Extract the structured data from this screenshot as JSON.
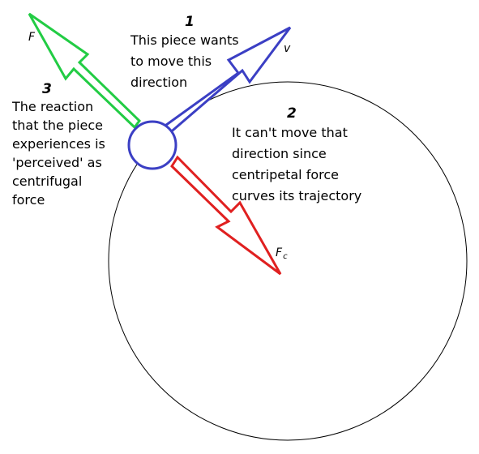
{
  "colors": {
    "velocity_arrow": "#3b3fc4",
    "centripetal_arrow": "#e02020",
    "reaction_arrow": "#22cc44",
    "piece": "#3b3fc4",
    "orbit": "#000000"
  },
  "labels": {
    "F": "F",
    "v": "v",
    "Fc_main": "F",
    "Fc_sub": "c"
  },
  "notes": {
    "n1": {
      "number": "1",
      "lines": [
        "This piece wants",
        "to move this",
        "direction"
      ]
    },
    "n2": {
      "number": "2",
      "lines": [
        "It can't move that",
        "direction since",
        "centripetal force",
        "curves its trajectory"
      ]
    },
    "n3": {
      "number": "3",
      "lines": [
        "The reaction",
        "that the piece",
        "experiences is",
        "'perceived' as",
        "centrifugal",
        "force"
      ]
    }
  }
}
